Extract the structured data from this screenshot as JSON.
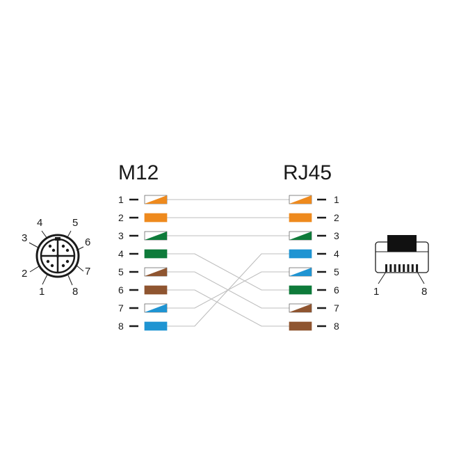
{
  "headers": {
    "left": "M12",
    "right": "RJ45"
  },
  "colors": {
    "orange": "#ee8a1e",
    "green": "#0e7b3a",
    "brown": "#8f5530",
    "blue": "#1f94d2",
    "wire": "#bdbdbd",
    "line": "#1a1a1a"
  },
  "m12_pins": [
    {
      "num": "1",
      "color": "orange",
      "style": "half"
    },
    {
      "num": "2",
      "color": "orange",
      "style": "solid"
    },
    {
      "num": "3",
      "color": "green",
      "style": "half"
    },
    {
      "num": "4",
      "color": "green",
      "style": "solid"
    },
    {
      "num": "5",
      "color": "brown",
      "style": "half"
    },
    {
      "num": "6",
      "color": "brown",
      "style": "solid"
    },
    {
      "num": "7",
      "color": "blue",
      "style": "half"
    },
    {
      "num": "8",
      "color": "blue",
      "style": "solid"
    }
  ],
  "rj45_pins": [
    {
      "num": "1",
      "color": "orange",
      "style": "half"
    },
    {
      "num": "2",
      "color": "orange",
      "style": "solid"
    },
    {
      "num": "3",
      "color": "green",
      "style": "half"
    },
    {
      "num": "4",
      "color": "blue",
      "style": "solid"
    },
    {
      "num": "5",
      "color": "blue",
      "style": "half"
    },
    {
      "num": "6",
      "color": "green",
      "style": "solid"
    },
    {
      "num": "7",
      "color": "brown",
      "style": "half"
    },
    {
      "num": "8",
      "color": "brown",
      "style": "solid"
    }
  ],
  "wiring": [
    {
      "from": "1",
      "to": "1"
    },
    {
      "from": "2",
      "to": "2"
    },
    {
      "from": "3",
      "to": "3"
    },
    {
      "from": "4",
      "to": "6"
    },
    {
      "from": "5",
      "to": "7"
    },
    {
      "from": "6",
      "to": "8"
    },
    {
      "from": "7",
      "to": "5"
    },
    {
      "from": "8",
      "to": "4"
    }
  ],
  "m12_face_labels": [
    "1",
    "2",
    "3",
    "4",
    "5",
    "6",
    "7",
    "8"
  ],
  "rj45_plug_labels": {
    "left": "1",
    "right": "8"
  }
}
